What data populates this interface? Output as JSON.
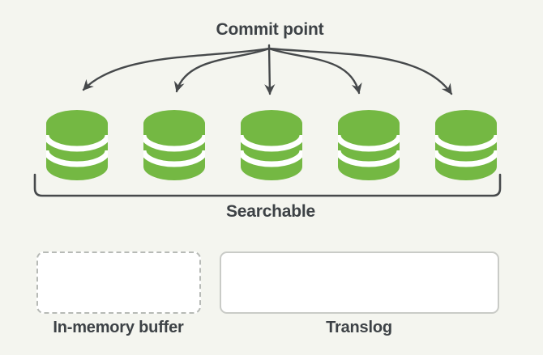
{
  "diagram": {
    "title": "Commit point",
    "bracket_label": "Searchable",
    "segments": {
      "count": 5,
      "icon": "database-cylinder-icon",
      "description_color": "#74b843"
    },
    "buffer_box": {
      "label": "In-memory buffer",
      "border_style": "dashed"
    },
    "translog_box": {
      "label": "Translog",
      "border_style": "solid"
    },
    "colors": {
      "background": "#f4f5ef",
      "cylinder_green": "#74b843",
      "cylinder_gap": "#ffffff",
      "line_dark": "#46494b",
      "text_dark": "#3d4246",
      "box_border_dashed": "#b7bab6",
      "box_border_solid": "#c9cbc7",
      "box_fill": "#ffffff"
    }
  }
}
